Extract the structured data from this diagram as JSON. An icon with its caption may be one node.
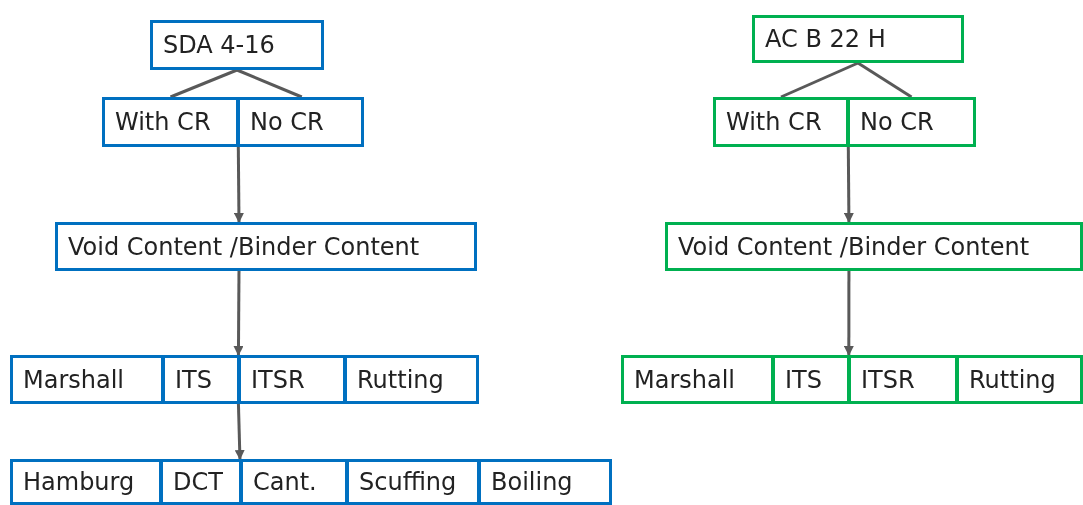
{
  "diagram": {
    "nodes": [
      {
        "text": [
          "SDA 4-16"
        ]
      },
      {
        "text": [
          "With CR"
        ]
      },
      {
        "text": [
          "No CR"
        ]
      },
      {
        "text": [
          "Void Content /Binder Content"
        ]
      },
      {
        "text": [
          "Marshall"
        ]
      },
      {
        "text": [
          "ITS"
        ]
      },
      {
        "text": [
          "ITSR"
        ]
      },
      {
        "text": [
          "Rutting"
        ]
      },
      {
        "text": [
          "Hamburg"
        ]
      },
      {
        "text": [
          "DCT"
        ]
      },
      {
        "text": [
          "Cant."
        ]
      },
      {
        "text": [
          "Scuffing"
        ]
      },
      {
        "text": [
          "Boiling"
        ]
      },
      {
        "text": [
          "AC B 22 H"
        ]
      },
      {
        "text": [
          "With CR"
        ]
      },
      {
        "text": [
          "No CR"
        ]
      },
      {
        "text": [
          "Void Content /Binder Content"
        ]
      },
      {
        "text": [
          "Marshall"
        ]
      },
      {
        "text": [
          "ITS"
        ]
      },
      {
        "text": [
          "ITSR"
        ]
      },
      {
        "text": [
          "Rutting"
        ]
      }
    ],
    "edges": [
      {
        "from": 0,
        "to": 1,
        "arrow": "none"
      },
      {
        "from": 0,
        "to": 2,
        "arrow": "none"
      },
      {
        "from": 1,
        "to": 3,
        "arrow": "to"
      },
      {
        "from": 3,
        "to": 5,
        "arrow": "to"
      },
      {
        "from": 5,
        "to": 9,
        "arrow": "to"
      },
      {
        "from": 13,
        "to": 14,
        "arrow": "none"
      },
      {
        "from": 13,
        "to": 15,
        "arrow": "none"
      },
      {
        "from": 14,
        "to": 16,
        "arrow": "to"
      },
      {
        "from": 16,
        "to": 18,
        "arrow": "to"
      }
    ]
  }
}
